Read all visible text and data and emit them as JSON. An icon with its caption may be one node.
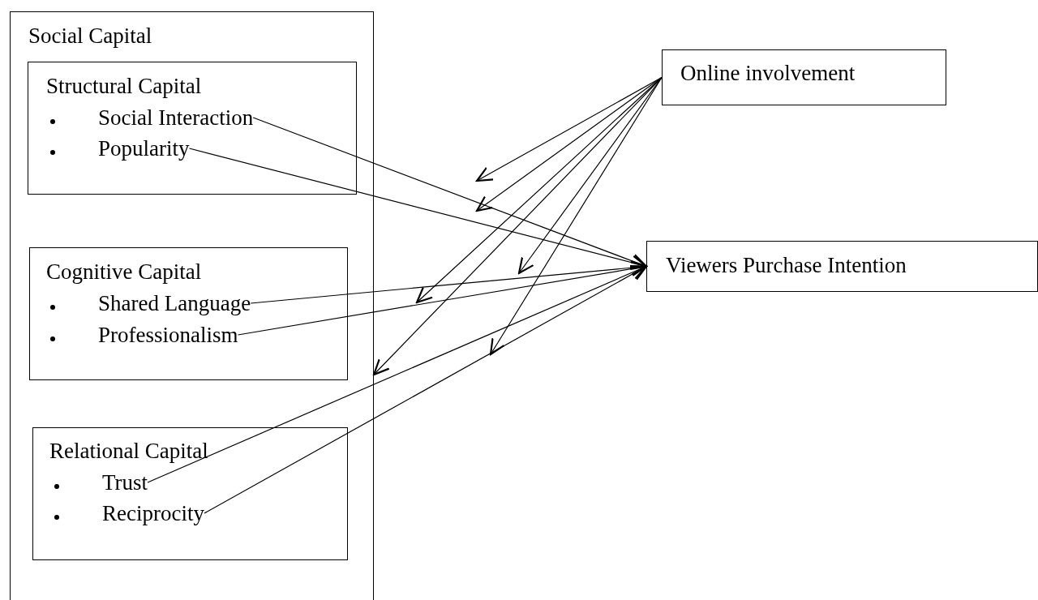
{
  "diagram": {
    "nodes": [
      {
        "text": [
          "Social Capital"
        ]
      },
      {
        "text": [
          "Structural Capital"
        ],
        "in": 0
      },
      {
        "text": [
          "Social Interaction"
        ],
        "in": 1
      },
      {
        "text": [
          "Popularity"
        ],
        "in": 1
      },
      {
        "text": [
          "Cognitive Capital"
        ],
        "in": 0
      },
      {
        "text": [
          "Shared Language"
        ],
        "in": 4
      },
      {
        "text": [
          "Professionalism"
        ],
        "in": 4
      },
      {
        "text": [
          "Relational Capital"
        ],
        "in": 0
      },
      {
        "text": [
          "Trust"
        ],
        "in": 7
      },
      {
        "text": [
          "Reciprocity"
        ],
        "in": 7
      },
      {
        "text": [
          "Online involvement"
        ]
      },
      {
        "text": [
          "Viewers Purchase Intention"
        ]
      }
    ],
    "edges": [
      {
        "from": 2,
        "to": 11,
        "arrow": "to"
      },
      {
        "from": 3,
        "to": 11,
        "arrow": "to"
      },
      {
        "from": 5,
        "to": 11,
        "arrow": "to"
      },
      {
        "from": 6,
        "to": 11,
        "arrow": "to"
      },
      {
        "from": 8,
        "to": 11,
        "arrow": "to"
      },
      {
        "from": 9,
        "to": 11,
        "arrow": "to"
      },
      {
        "from": 10,
        "to": null,
        "arrow": "to"
      },
      {
        "from": 10,
        "to": null,
        "arrow": "to"
      },
      {
        "from": 10,
        "to": null,
        "arrow": "to"
      },
      {
        "from": 10,
        "to": null,
        "arrow": "to"
      },
      {
        "from": 10,
        "to": 0,
        "arrow": "to"
      },
      {
        "from": 10,
        "to": null,
        "arrow": "to"
      }
    ]
  }
}
